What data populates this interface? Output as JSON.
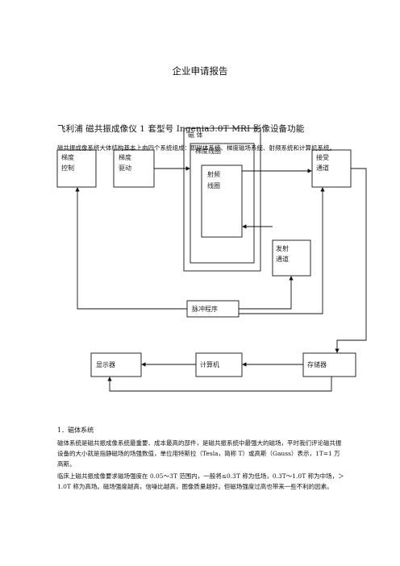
{
  "header": {
    "title": "企业申请报告"
  },
  "document": {
    "title": "飞利浦  磁共振成像仪 1 套型号    Ingenia3.0T    MRI 影像设备功能",
    "intro": "磁共振成像系统大体结构基本上由四个系统组成：即磁体系统、梯度磁场系统、射频系统和计算机系统。"
  },
  "diagram": {
    "gradient_control": [
      "梯度",
      "控制"
    ],
    "gradient_driver": [
      "梯度",
      "驱动"
    ],
    "magnet": "磁  体",
    "gradient_coil": "梯度线圈",
    "rf_coil": [
      "射频",
      "线圈"
    ],
    "receive_channel": [
      "接受",
      "通道"
    ],
    "transmit_channel": [
      "发射",
      "通道"
    ],
    "pulse_sequence": "脉冲程序",
    "display": "显示器",
    "computer": "计算机",
    "storage": "存储器"
  },
  "section1": {
    "heading": "1．磁体系统",
    "paragraph1": "磁体系统是磁共振成像系统最重要、成本最高的部件，是磁共振系统中最强大的磁场，平时我们评论磁共振设备的大小就是指静磁场的场强数值，单位用特斯拉（Tesla，简称 T）或高斯（Gauss）表示，1T=1 万高斯。",
    "paragraph2": "临床上磁共振成像要求磁场强度在 0.05～3T 范围内，一般将≤0.3T 称为低场，0.3T～1.0T 称为中场，＞1.0T 称为高场。磁场强度越高，信噪比越高，图像质量越好。但磁场强度过高也带来一些不利的因素。"
  }
}
